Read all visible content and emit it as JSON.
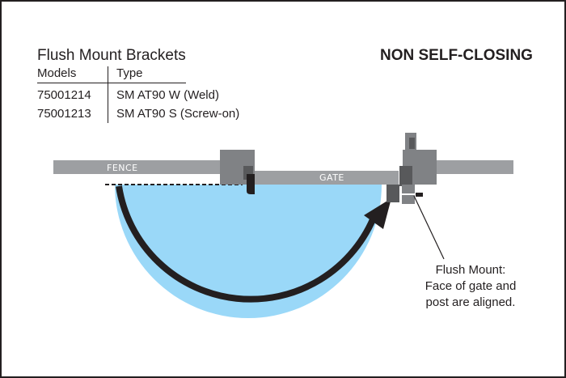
{
  "table": {
    "title": "Flush Mount Brackets",
    "headers": [
      "Models",
      "Type"
    ],
    "rows": [
      {
        "model": "75001214",
        "type": "SM AT90 W (Weld)"
      },
      {
        "model": "75001213",
        "type": "SM AT90 S (Screw-on)"
      }
    ]
  },
  "heading": "NON SELF-CLOSING",
  "diagram": {
    "fence_label": "FENCE",
    "gate_label": "GATE",
    "callout_lines": [
      "Flush Mount:",
      "Face of gate and",
      "post are aligned."
    ],
    "colors": {
      "bar": "#9d9fa2",
      "bracket": "#808285",
      "dark": "#58595b",
      "swing_fill": "#9ad8f8",
      "outline": "#231f20"
    }
  }
}
